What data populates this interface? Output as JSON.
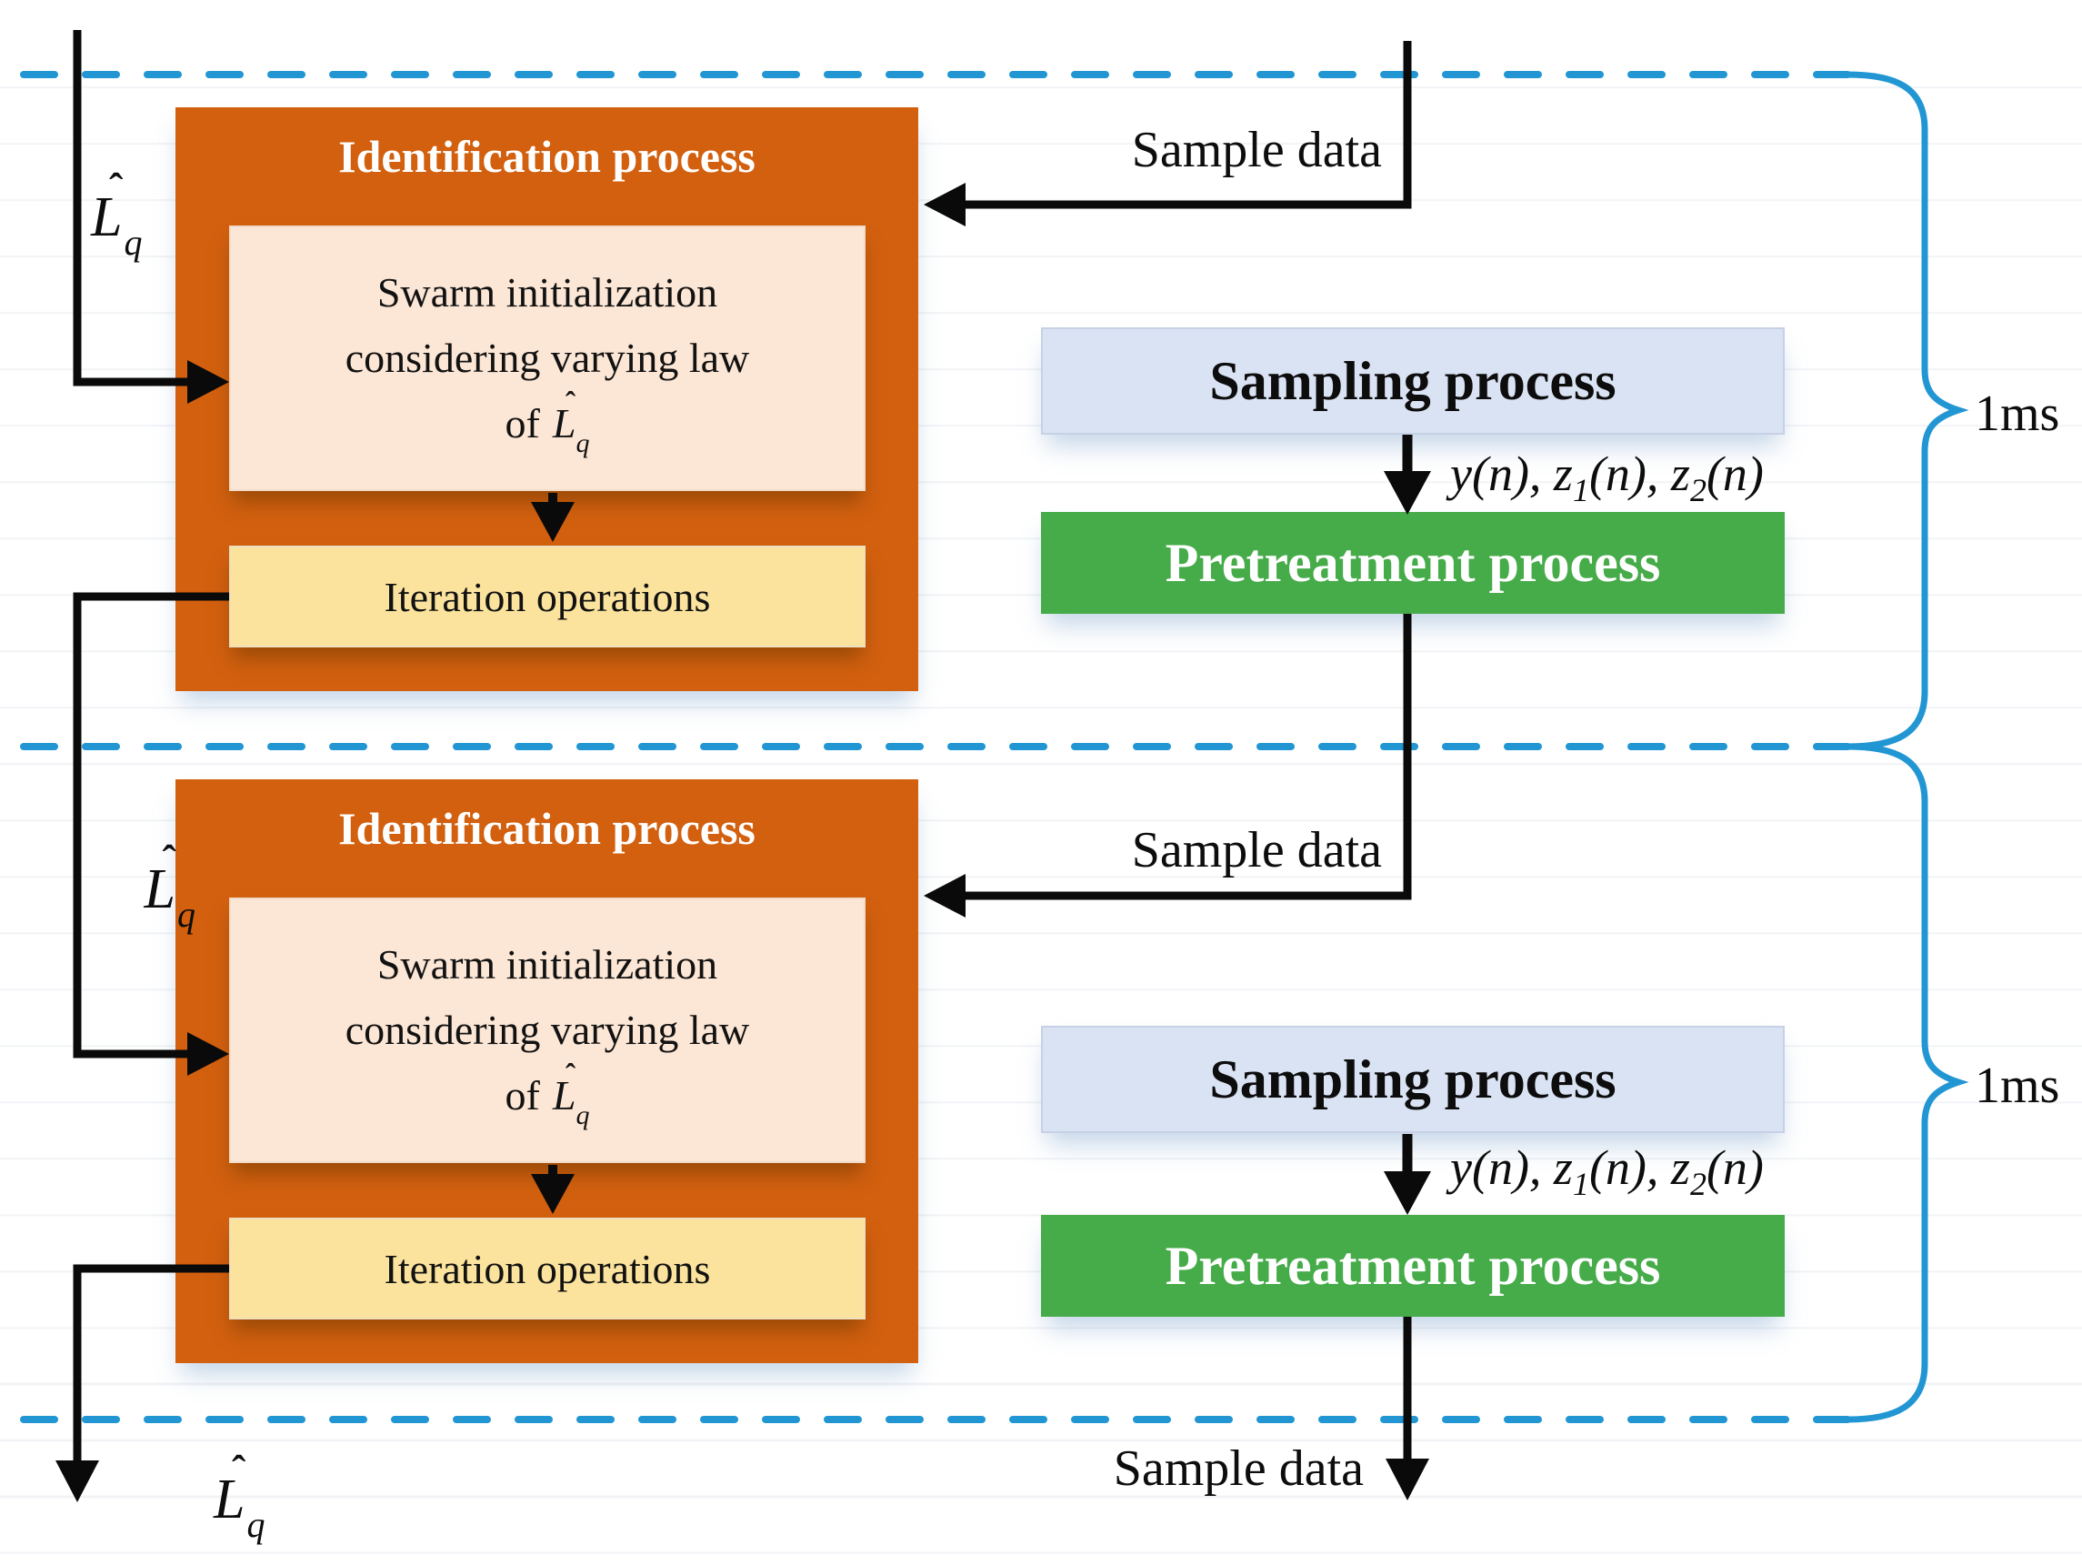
{
  "colors": {
    "timeline_blue": "#2196d3",
    "identification_orange": "#d2600f",
    "swarm_pink": "#fce6d5",
    "iteration_yellow": "#fbe39d",
    "sampling_lavender": "#dae3f3",
    "pretreatment_green": "#46ab49",
    "connector_black": "#0a0a0a"
  },
  "identification": {
    "title": "Identification process",
    "swarm_line1": "Swarm initialization",
    "swarm_line2": "considering varying law",
    "of_label": "of",
    "iteration_label": "Iteration operations"
  },
  "processes": {
    "sampling": "Sampling process",
    "pretreatment": "Pretreatment process"
  },
  "flow_labels": {
    "sample_data": "Sample data",
    "period_duration": "1ms"
  },
  "signals": {
    "part1": "y(n), z",
    "sub1": "1",
    "part2": "(n), z",
    "sub2": "2",
    "part3": "(n)"
  },
  "lq": {
    "letter": "L",
    "hat": "ˆ",
    "sub": "q"
  }
}
